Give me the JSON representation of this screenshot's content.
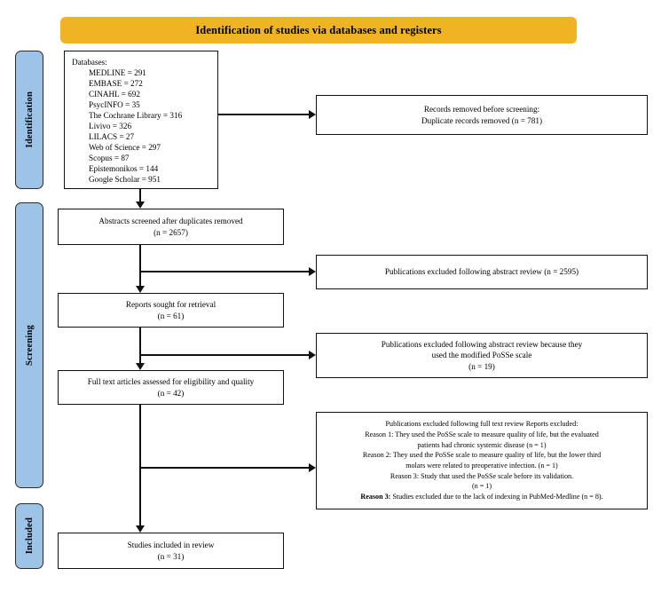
{
  "banner": {
    "title": "Identification of studies via databases and registers",
    "color": "#F0B323"
  },
  "phases": {
    "identification": "Identification",
    "screening": "Screening",
    "included": "Included",
    "color": "#9DC3E6"
  },
  "databases_box": {
    "heading": "Databases:",
    "entries": [
      "MEDLINE = 291",
      "EMBASE = 272",
      "CINAHL = 692",
      "PsycINFO = 35",
      "The Cochrane Library = 316",
      "Livivo = 326",
      "LILACS = 27",
      "Web of Science = 297",
      "Scopus = 87",
      "Epistemonikos = 144",
      "Google Scholar = 951"
    ]
  },
  "removed_box": {
    "line1": "Records removed before screening:",
    "line2": "Duplicate records removed (n = 781)"
  },
  "abstracts_box": {
    "line1": "Abstracts screened after duplicates removed",
    "line2": "(n = 2657)"
  },
  "excluded_abstract_box": {
    "line1": "Publications excluded following abstract review (n = 2595)"
  },
  "reports_box": {
    "line1": "Reports sought for retrieval",
    "line2": "(n = 61)"
  },
  "excluded_modified_box": {
    "line1": "Publications excluded following abstract review because they",
    "line2": "used the modified PoSSe scale",
    "line3": "(n = 19)"
  },
  "fulltext_box": {
    "line1": "Full text articles assessed for eligibility and quality",
    "line2": "(n = 42)"
  },
  "reasons_box": {
    "line1": "Publications excluded following full text review Reports excluded:",
    "line2": "Reason 1: They used the PoSSe scale to measure quality of life, but the   evaluated",
    "line3": "patients had chronic systemic disease (n = 1)",
    "line4": "Reason 2: They used the PoSSe scale to measure quality of life, but the lower third",
    "line5": "molars were related to preoperative infection. (n = 1)",
    "line6": "Reason 3: Study that used the PoSSe scale before its validation.",
    "line7": "(n = 1)",
    "line8_bold": "Reason 3:",
    "line8_rest": " Studies excluded due to the lack of indexing in PubMed-Medline (n = 8)."
  },
  "included_box": {
    "line1": "Studies included in review",
    "line2": "(n = 31)"
  }
}
